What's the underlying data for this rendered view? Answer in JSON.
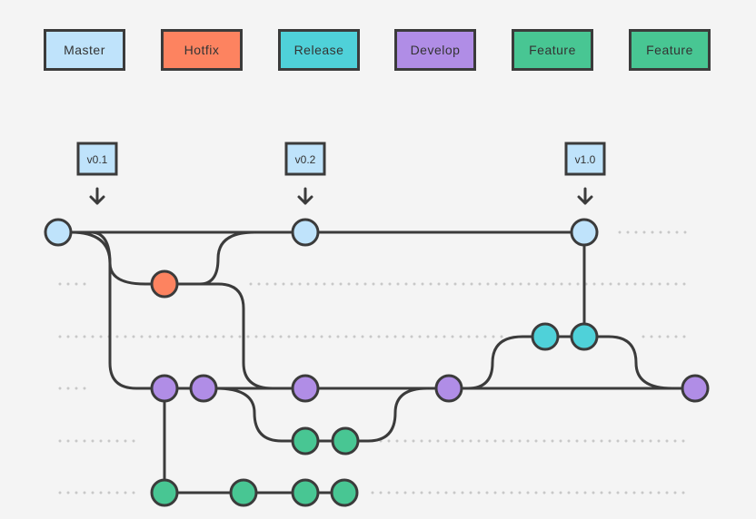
{
  "legend": [
    {
      "label": "Master",
      "color": "#bfe3fb"
    },
    {
      "label": "Hotfix",
      "color": "#fd8360"
    },
    {
      "label": "Release",
      "color": "#4fd1d9"
    },
    {
      "label": "Develop",
      "color": "#b08de6"
    },
    {
      "label": "Feature",
      "color": "#48c693"
    },
    {
      "label": "Feature",
      "color": "#48c693"
    }
  ],
  "tags": [
    {
      "label": "v0.1"
    },
    {
      "label": "v0.2"
    },
    {
      "label": "v1.0"
    }
  ],
  "colors": {
    "master": "#bfe3fb",
    "hotfix": "#fd8360",
    "release": "#4fd1d9",
    "develop": "#b08de6",
    "feature": "#48c693",
    "stroke": "#3b3b3b",
    "dots": "#c8c8c8",
    "background": "#f4f4f4"
  }
}
